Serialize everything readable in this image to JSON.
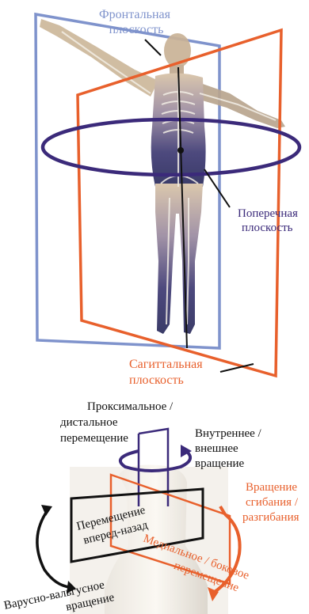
{
  "top_figure": {
    "frontal_label": [
      "Фронтальная",
      "плоскость"
    ],
    "transverse_label": [
      "Поперечная",
      "плоскость"
    ],
    "sagittal_label": [
      "Сагиттальная",
      "плоскость"
    ]
  },
  "bottom_figure": {
    "prox_dist_label": [
      "Проксимальное /",
      "дистальное",
      "перемещение"
    ],
    "int_ext_label": [
      "Внутреннее /",
      "внешнее",
      "вращение"
    ],
    "flex_ext_label": [
      "Вращение",
      "сгибания /",
      "разгибания"
    ],
    "ap_label": [
      "Перемещение",
      "вперед-назад"
    ],
    "ml_label": [
      "Медиальное / боковое",
      "перемещение"
    ],
    "varus_label": [
      "Варусно-вальгусное",
      "вращение"
    ]
  },
  "colors": {
    "frontal": "#7f93cc",
    "sagittal": "#e8602c",
    "transverse": "#3b2a7a",
    "black": "#111111"
  }
}
